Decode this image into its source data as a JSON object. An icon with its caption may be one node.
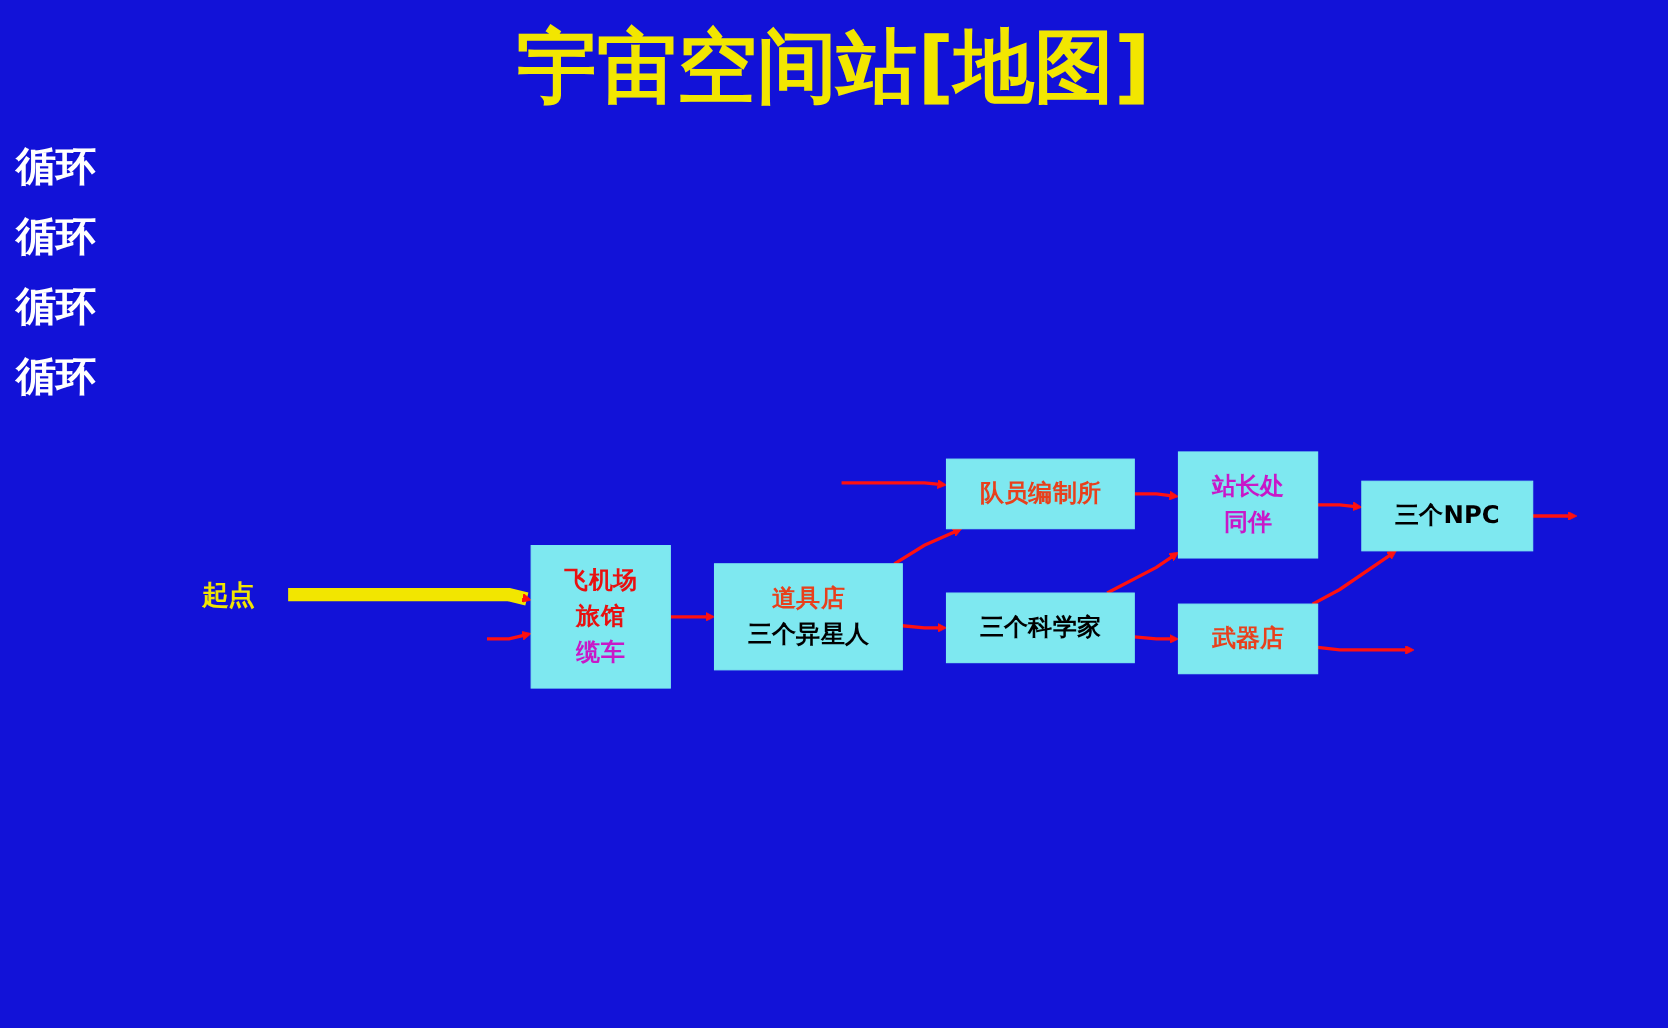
{
  "diagram": {
    "title": "宇宙空间站[地图]",
    "nodes": [
      {
        "text": [
          "起点"
        ]
      },
      {
        "text": [
          "队员编制所"
        ]
      },
      {
        "text": [
          "站长处",
          "同伴"
        ]
      },
      {
        "text": [
          "三个NPC"
        ]
      },
      {
        "text": [
          "飞机场",
          "旅馆",
          "缆车"
        ]
      },
      {
        "text": [
          "道具店",
          "三个异星人"
        ]
      },
      {
        "text": [
          "三个科学家"
        ]
      },
      {
        "text": [
          "武器店"
        ]
      }
    ],
    "edges": [
      {
        "from": 0,
        "to": 4,
        "arrow": "to",
        "style": "thick",
        "color": "#f2e600"
      },
      {
        "from": null,
        "to": 1,
        "arrow": "to"
      },
      {
        "from": 1,
        "to": 2,
        "arrow": "to"
      },
      {
        "from": 2,
        "to": 3,
        "arrow": "to"
      },
      {
        "from": 3,
        "to": null,
        "arrow": "to"
      },
      {
        "from": null,
        "to": 4,
        "arrow": "to"
      },
      {
        "from": 4,
        "to": 5,
        "arrow": "to"
      },
      {
        "from": 5,
        "to": 6,
        "arrow": "to"
      },
      {
        "from": 6,
        "to": 7,
        "arrow": "to"
      },
      {
        "from": 7,
        "to": null,
        "arrow": "to"
      },
      {
        "from": 5,
        "to": 1,
        "arrow": "to"
      },
      {
        "from": 6,
        "to": 2,
        "arrow": "to"
      },
      {
        "from": 7,
        "to": 3,
        "arrow": "to"
      }
    ],
    "labels": [
      "循环",
      "循环",
      "循环",
      "循环"
    ]
  }
}
